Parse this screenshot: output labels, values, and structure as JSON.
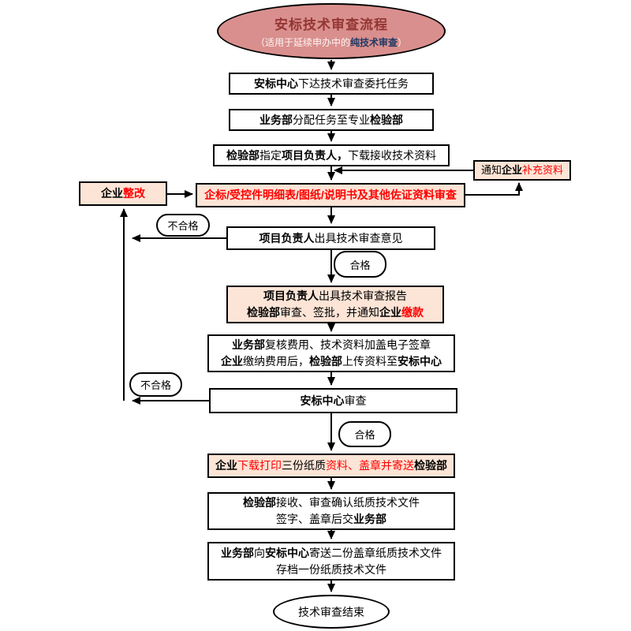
{
  "colors": {
    "ellipse_fill": "#d98f8d",
    "title_color": "#943634",
    "subtitle_light": "#fdf6f4",
    "subtitle_dark": "#1f3864",
    "peach_fill": "#fce4d6",
    "red_text": "#ff0000",
    "line_color": "#000000"
  },
  "start": {
    "title": "安标技术审查流程",
    "subtitle_lines": [
      [
        {
          "t": "（适用于延续申办中的",
          "s": "w"
        },
        {
          "t": "纯技术审查",
          "s": "n"
        },
        {
          "t": "）",
          "s": "w"
        }
      ]
    ]
  },
  "nodes": {
    "delegate": {
      "lines": [
        [
          {
            "t": "安标中心",
            "s": "b"
          },
          {
            "t": "下达技术审查委托任务"
          }
        ]
      ]
    },
    "assign": {
      "lines": [
        [
          {
            "t": "业务部",
            "s": "b"
          },
          {
            "t": "分配任务至专业"
          },
          {
            "t": "检验部",
            "s": "b"
          }
        ]
      ]
    },
    "designate": {
      "lines": [
        [
          {
            "t": "检验部",
            "s": "b"
          },
          {
            "t": "指定"
          },
          {
            "t": "项目负责人，",
            "s": "b"
          },
          {
            "t": "下载接收技术资料"
          }
        ]
      ]
    },
    "notify": {
      "lines": [
        [
          {
            "t": "通知"
          },
          {
            "t": "企业",
            "s": "b"
          },
          {
            "t": "补充资料",
            "s": "r"
          }
        ]
      ]
    },
    "rectify": {
      "lines": [
        [
          {
            "t": "企业",
            "s": "b"
          },
          {
            "t": "整改",
            "s": "rb"
          }
        ]
      ]
    },
    "review_docs": {
      "lines": [
        [
          {
            "t": "企标/受控件明细表/图纸/说明书及其他佐证资料审查",
            "s": "rb"
          }
        ]
      ]
    },
    "opinion": {
      "lines": [
        [
          {
            "t": "项目负责人",
            "s": "b"
          },
          {
            "t": "出具技术审查意见"
          }
        ]
      ]
    },
    "report": {
      "lines": [
        [
          {
            "t": "项目负责人",
            "s": "b"
          },
          {
            "t": "出具技术审查报告"
          }
        ],
        [
          {
            "t": "检验部",
            "s": "b"
          },
          {
            "t": "审查、签批，并通知"
          },
          {
            "t": "企业",
            "s": "b"
          },
          {
            "t": "缴款",
            "s": "rb"
          }
        ]
      ]
    },
    "fee": {
      "lines": [
        [
          {
            "t": "业务部",
            "s": "b"
          },
          {
            "t": "复核费用、技术资料加盖电子签章"
          }
        ],
        [
          {
            "t": "企业",
            "s": "b"
          },
          {
            "t": "缴纳费用后，"
          },
          {
            "t": "检验部",
            "s": "b"
          },
          {
            "t": "上传资料至"
          },
          {
            "t": "安标中心",
            "s": "b"
          }
        ]
      ]
    },
    "center_review": {
      "lines": [
        [
          {
            "t": "安标中心",
            "s": "b"
          },
          {
            "t": "审查"
          }
        ]
      ]
    },
    "download": {
      "lines": [
        [
          {
            "t": "企业",
            "s": "b"
          },
          {
            "t": "下载打印",
            "s": "r"
          },
          {
            "t": "三份纸质"
          },
          {
            "t": "资料、盖章并寄送",
            "s": "r"
          },
          {
            "t": "检验部",
            "s": "b"
          }
        ]
      ]
    },
    "receive": {
      "lines": [
        [
          {
            "t": "检验部",
            "s": "b"
          },
          {
            "t": "接收、审查确认纸质技术文件"
          }
        ],
        [
          {
            "t": "签字、盖章后交"
          },
          {
            "t": "业务部",
            "s": "b"
          }
        ]
      ]
    },
    "send": {
      "lines": [
        [
          {
            "t": "业务部",
            "s": "b"
          },
          {
            "t": "向"
          },
          {
            "t": "安标中心",
            "s": "b"
          },
          {
            "t": "寄送二份盖章纸质技术文件"
          }
        ],
        [
          {
            "t": "存档一份纸质技术文件"
          }
        ]
      ]
    },
    "end": {
      "text": "技术审查结束"
    }
  },
  "labels": {
    "fail1": "不合格",
    "pass1": "合格",
    "fail2": "不合格",
    "pass2": "合格"
  }
}
